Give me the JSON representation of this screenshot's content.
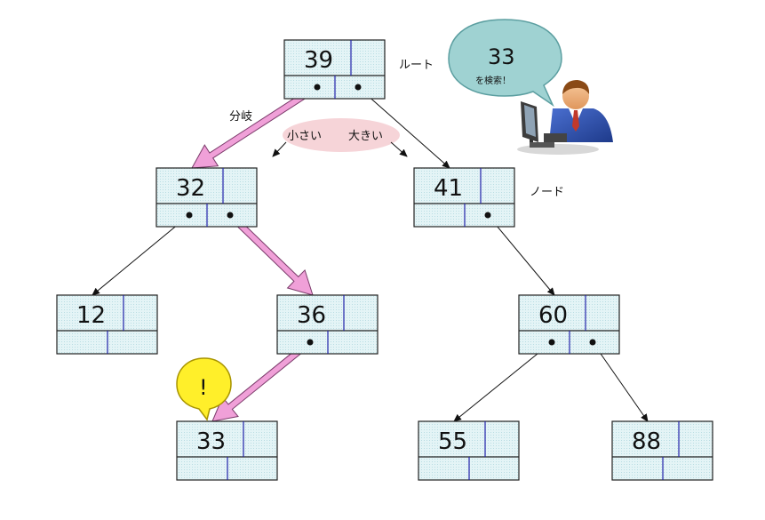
{
  "tree": {
    "nodes": [
      {
        "id": "n39",
        "value": "39"
      },
      {
        "id": "n32",
        "value": "32"
      },
      {
        "id": "n41",
        "value": "41"
      },
      {
        "id": "n12",
        "value": "12"
      },
      {
        "id": "n36",
        "value": "36"
      },
      {
        "id": "n60",
        "value": "60"
      },
      {
        "id": "n33",
        "value": "33"
      },
      {
        "id": "n55",
        "value": "55"
      },
      {
        "id": "n88",
        "value": "88"
      }
    ],
    "edges": [
      {
        "from": "n39",
        "to": "n32"
      },
      {
        "from": "n39",
        "to": "n41"
      },
      {
        "from": "n32",
        "to": "n12"
      },
      {
        "from": "n32",
        "to": "n36"
      },
      {
        "from": "n41",
        "to": "n60"
      },
      {
        "from": "n36",
        "to": "n33"
      },
      {
        "from": "n60",
        "to": "n55"
      },
      {
        "from": "n60",
        "to": "n88"
      }
    ],
    "search_path": [
      "n39",
      "n32",
      "n36",
      "n33"
    ]
  },
  "labels": {
    "root": "ルート",
    "node": "ノード",
    "branch": "分岐",
    "smaller": "小さい",
    "larger": "大きい"
  },
  "search_bubble": {
    "value": "33",
    "caption": "を検索！"
  },
  "found_bubble": {
    "text": "!"
  },
  "colors": {
    "node_fill": "#e4f4f6",
    "node_border": "#222222",
    "divider": "#2222aa",
    "path_arrow": "#f0a0d8",
    "speech_bubble": "#9fd2d2",
    "oval": "#f6d4d8",
    "found_bubble": "#ffef2a"
  }
}
